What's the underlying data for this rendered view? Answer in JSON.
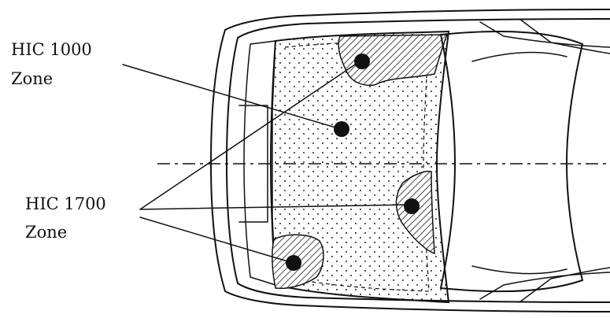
{
  "labels": {
    "hic1000_line1": "HIC 1000",
    "hic1000_line2": "Zone",
    "hic1700_line1": "HIC 1700",
    "hic1700_line2": "Zone"
  },
  "colors": {
    "stroke": "#111111",
    "background": "#ffffff"
  }
}
